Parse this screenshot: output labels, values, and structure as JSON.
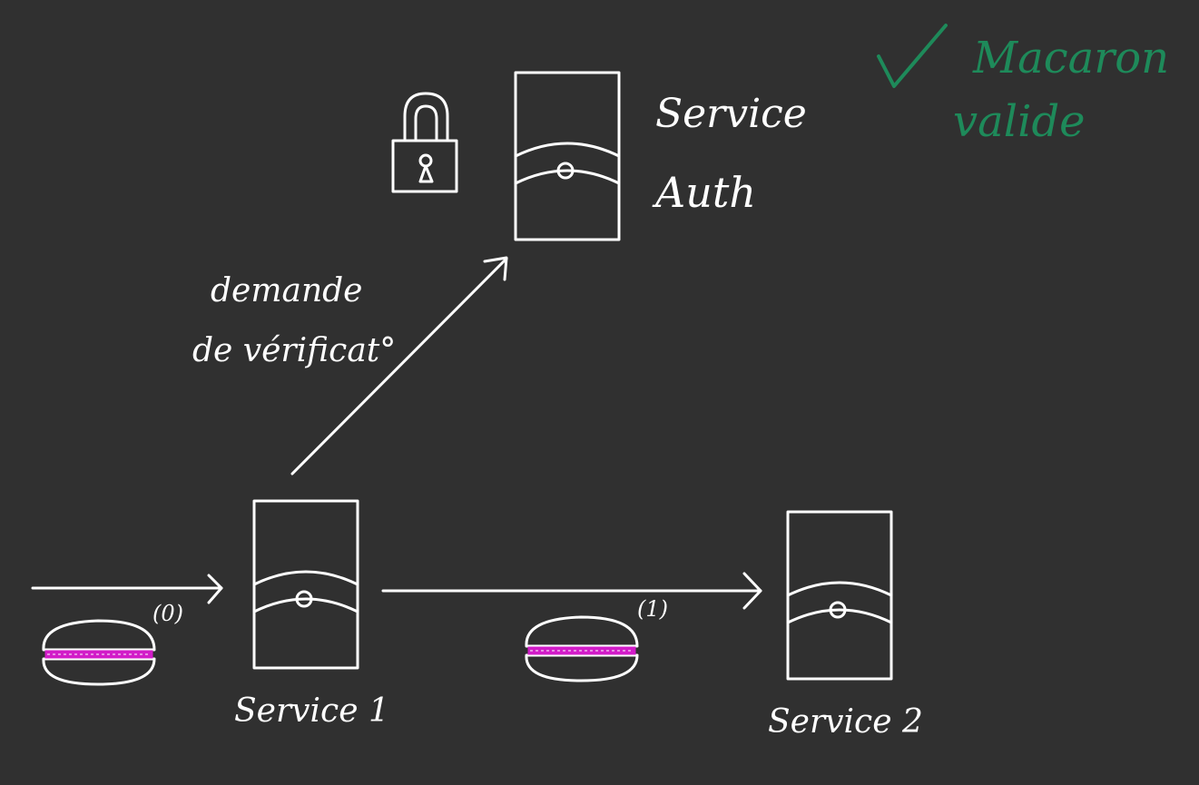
{
  "diagram": {
    "nodes": {
      "auth": {
        "label_line1": "Service",
        "label_line2": "Auth"
      },
      "service1": {
        "label": "Service 1"
      },
      "service2": {
        "label": "Service 2"
      }
    },
    "edges": {
      "incoming": {
        "label": "(0)"
      },
      "s1_to_s2": {
        "label": "(1)"
      },
      "s1_to_auth": {
        "label_line1": "demande",
        "label_line2": "de vérificat°"
      }
    },
    "annotation": {
      "line1": "Macaron",
      "line2": "valide"
    },
    "colors": {
      "background": "#303030",
      "stroke": "#ffffff",
      "annotation": "#1e8a5a",
      "macaron_filling": "#d21cc8"
    },
    "icons": [
      "lock-icon",
      "server-icon",
      "macaron-icon",
      "checkmark-icon"
    ]
  }
}
